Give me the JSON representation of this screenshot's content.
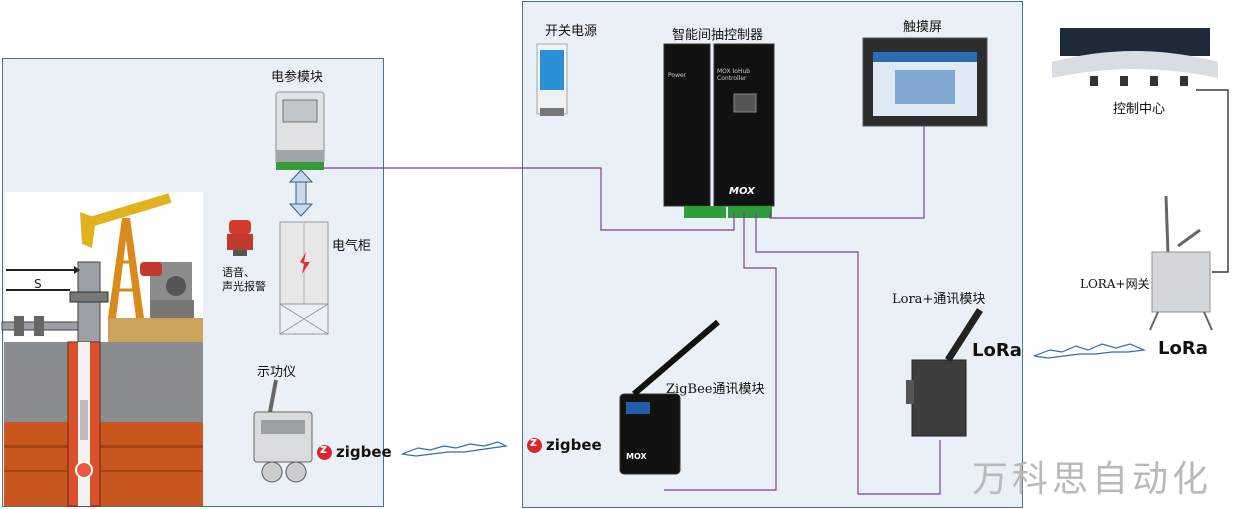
{
  "labels": {
    "switch_power": "开关电源",
    "controller": "智能间抽控制器",
    "touchscreen": "触摸屏",
    "control_center": "控制中心",
    "power_module": "电参模块",
    "cabinet": "电气柜",
    "alarm": "语音、\n声光报警",
    "dynamometer": "示功仪",
    "zigbee_module": "ZigBee通讯模块",
    "lora_module": "Lora+通讯模块",
    "lora_gateway": "LORA+网关"
  },
  "brands": {
    "zigbee_left": "zigbee",
    "zigbee_mid": "zigbee",
    "lora_mid": "LoRa",
    "lora_right": "LoRa"
  },
  "device_text": {
    "controller_left": "Power",
    "controller_right": "MOX IoHub Controller",
    "controller_logo": "MOX",
    "zigbee_logo": "MOX"
  },
  "watermark": "万科思自动化",
  "colors": {
    "frame_fill": "#eaf0f7",
    "frame_border": "#4a6f99",
    "wire": "#7b3f9e",
    "wireless": "#2f6fb0"
  }
}
